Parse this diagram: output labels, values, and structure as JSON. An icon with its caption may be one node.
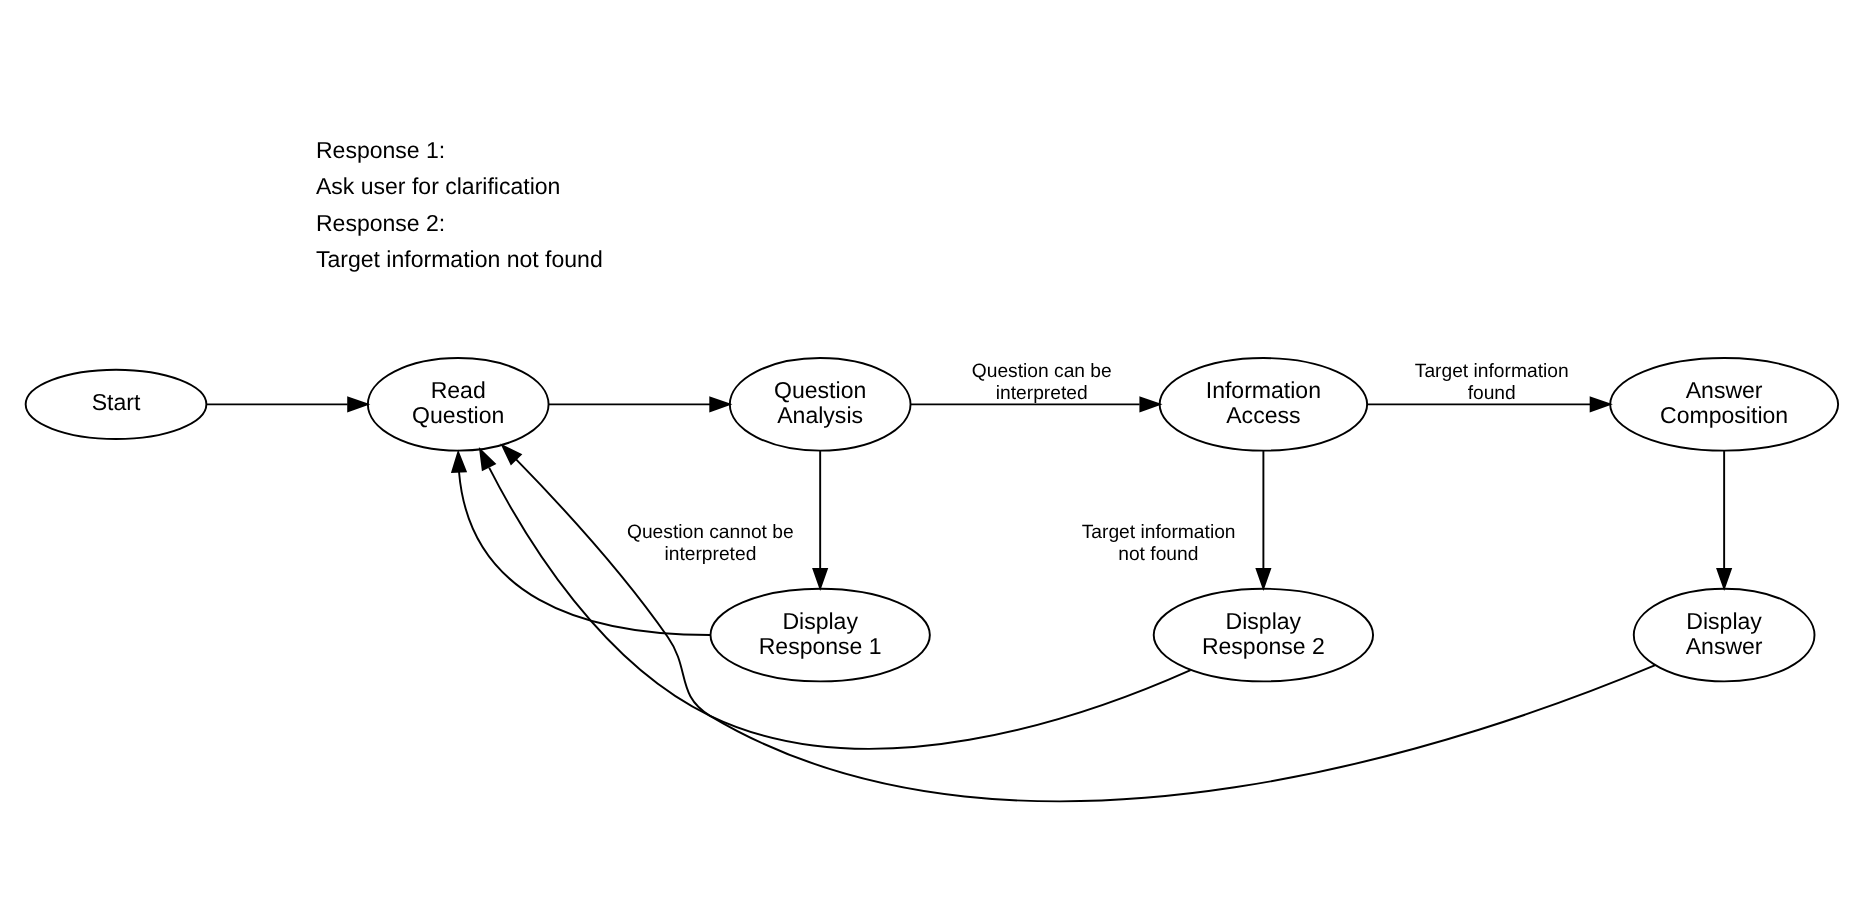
{
  "diagram": {
    "nodes": [
      {
        "text": [
          "Start"
        ]
      },
      {
        "text": [
          "Read Question"
        ]
      },
      {
        "text": [
          "Question Analysis"
        ]
      },
      {
        "text": [
          "Information Access"
        ]
      },
      {
        "text": [
          "Answer Composition"
        ]
      },
      {
        "text": [
          "Display Answer"
        ]
      },
      {
        "text": [
          "Display Response 1"
        ]
      },
      {
        "text": [
          "Display Response 2"
        ]
      }
    ],
    "edges": [
      {
        "from": 0,
        "to": 1,
        "arrow": "to"
      },
      {
        "from": 1,
        "to": 2,
        "arrow": "to"
      },
      {
        "from": 2,
        "to": 3,
        "arrow": "to",
        "label": "Question can be interpreted"
      },
      {
        "from": 3,
        "to": 4,
        "arrow": "to",
        "label": "Target information found"
      },
      {
        "from": 4,
        "to": 5,
        "arrow": "to"
      },
      {
        "from": 5,
        "to": 1,
        "arrow": "to"
      },
      {
        "from": 2,
        "to": 6,
        "arrow": "to",
        "label": "Question cannot be interpreted"
      },
      {
        "from": 6,
        "to": 1,
        "arrow": "to"
      },
      {
        "from": 3,
        "to": 7,
        "arrow": "to",
        "label": "Target information not found"
      },
      {
        "from": 7,
        "to": 1,
        "arrow": "to"
      }
    ],
    "labels": [
      "Response 1:",
      "Ask user for clarification",
      "Response 2:",
      "Target information not found"
    ]
  }
}
